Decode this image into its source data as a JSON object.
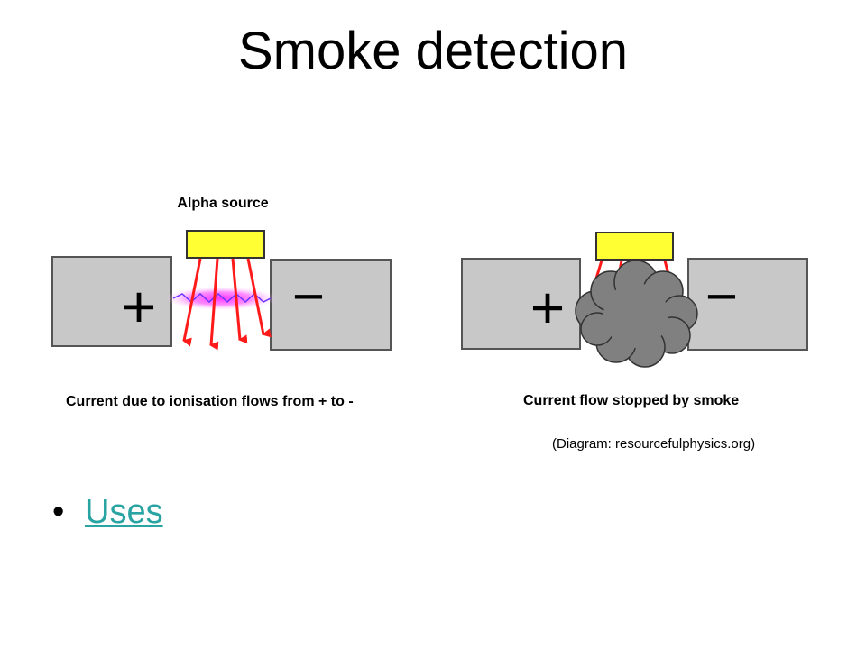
{
  "slide": {
    "title": "Smoke detection"
  },
  "diagram": {
    "left": {
      "source_label": "Alpha source",
      "plus_sign": "+",
      "minus_sign": "−",
      "caption": "Current due to ionisation flows from + to -"
    },
    "right": {
      "plus_sign": "+",
      "minus_sign": "−",
      "caption": "Current flow stopped by smoke"
    },
    "credit": "(Diagram: resourcefulphysics.org)"
  },
  "bullets": [
    {
      "label": "Uses"
    }
  ],
  "colors": {
    "plate": "#c8c8c8",
    "plate_border": "#555555",
    "source": "#ffff33",
    "arrow": "#ff1a1a",
    "ionisation": "#ff33ff",
    "smoke": "#808080",
    "link": "#2aa3a3"
  }
}
